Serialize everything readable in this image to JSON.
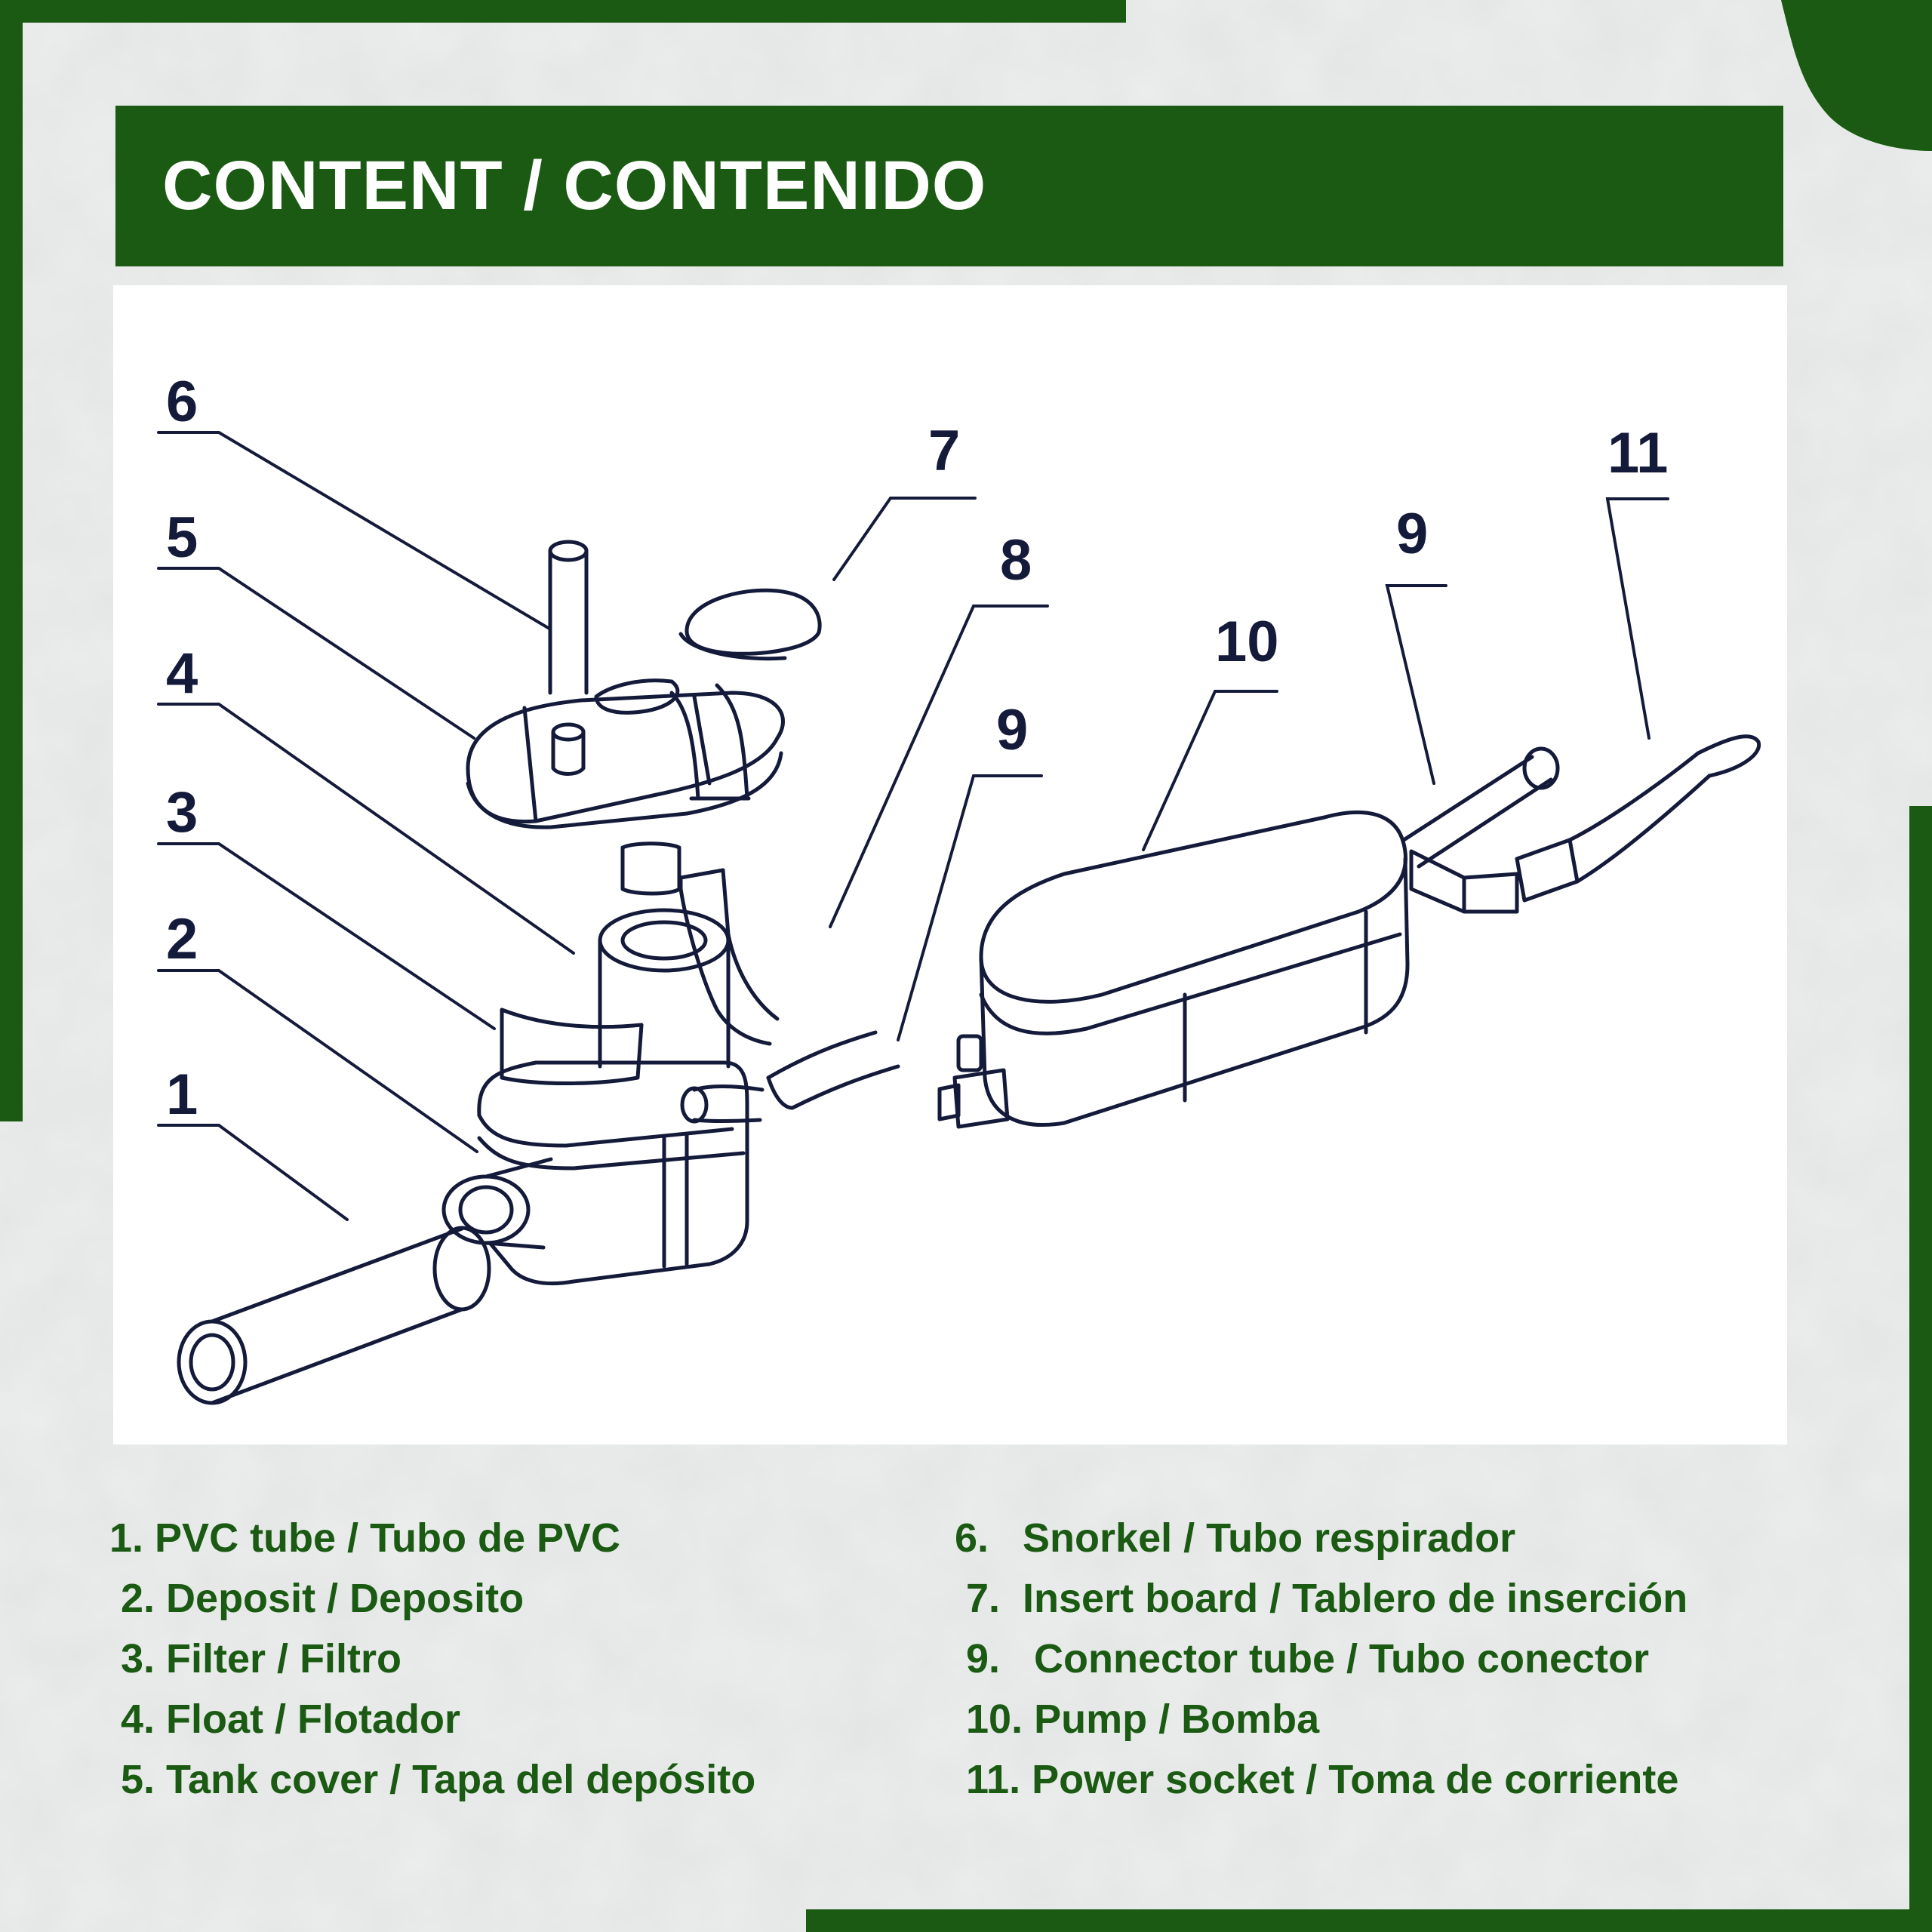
{
  "title": "CONTENT / CONTENIDO",
  "callouts": [
    "6",
    "5",
    "4",
    "3",
    "2",
    "1",
    "7",
    "8",
    "9",
    "10",
    "9",
    "11"
  ],
  "legend_left": [
    "1. PVC tube / Tubo de PVC",
    "2. Deposit / Deposito",
    "3. Filter / Filtro",
    "4. Float / Flotador",
    "5. Tank cover / Tapa del depósito"
  ],
  "legend_right": [
    "6.   Snorkel / Tubo respirador",
    "7.  Insert board / Tablero de inserción",
    "9.   Connector tube / Tubo conector",
    "10. Pump / Bomba",
    "11. Power socket / Toma de corriente"
  ],
  "colors": {
    "brand_green": "#1a5a12",
    "line_art": "#141a3a",
    "background": "#eceeed"
  }
}
